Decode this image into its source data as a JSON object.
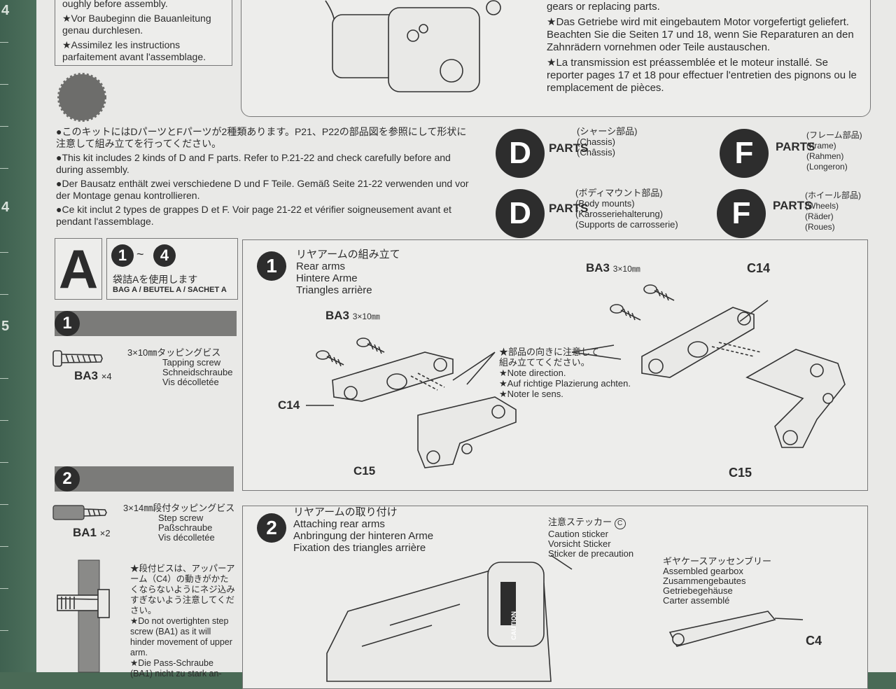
{
  "intro": {
    "line1": "oughly before assembly.",
    "de": "★Vor Baubeginn die Bauanleitung genau durchlesen.",
    "fr": "★Assimilez les instructions parfaitement avant l'assemblage."
  },
  "gearbox_note": {
    "en_top": "gears or replacing parts.",
    "de": "★Das Getriebe wird mit eingebautem Motor vorgefertigt geliefert. Beachten Sie die Seiten 17 und 18, wenn Sie Reparaturen an den Zahnrädern vornehmen oder Teile austauschen.",
    "fr": "★La transmission est préassemblée et le moteur installé. Se reporter pages 17 et 18 pour effectuer l'entretien des pignons ou le remplacement de pièces."
  },
  "parts_note": {
    "jp": "●このキットにはDパーツとFパーツが2種類あります。P21、P22の部品図を参照にして形状に注意して組み立てを行ってください。",
    "en": "●This kit includes 2 kinds of D and F parts. Refer to P.21-22 and check carefully before and during assembly.",
    "de": "●Der Bausatz enthält zwei verschiedene D und F Teile. Gemäß Seite 21-22 verwenden und vor der Montage genau kontrollieren.",
    "fr": "●Ce kit inclut 2 types de grappes D et F. Voir page 21-22 et vérifier soigneusement avant et pendant l'assemblage."
  },
  "parts_legend": [
    {
      "letter": "D",
      "word": "PARTS",
      "jp": "(シャーシ部品)",
      "l1": "(Chassis)",
      "l2": "(Châssis)",
      "l3": ""
    },
    {
      "letter": "F",
      "word": "PARTS",
      "jp": "(フレーム部品)",
      "l1": "(Frame)",
      "l2": "(Rahmen)",
      "l3": "(Longeron)"
    },
    {
      "letter": "D",
      "word": "PARTS",
      "jp": "(ボディマウント部品)",
      "l1": "(Body mounts)",
      "l2": "(Karosseriehalterung)",
      "l3": "(Supports de carrosserie)"
    },
    {
      "letter": "F",
      "word": "PARTS",
      "jp": "(ホイール部品)",
      "l1": "(Wheels)",
      "l2": "(Räder)",
      "l3": "(Roues)"
    }
  ],
  "bag": {
    "letter": "A",
    "step_from": "1",
    "tilde": "~",
    "step_to": "4",
    "jp": "袋詰Aを使用します",
    "en": "BAG A / BEUTEL A / SACHET A"
  },
  "screws": [
    {
      "num": "1",
      "jp": "3×10㎜タッピングビス",
      "en": "Tapping screw",
      "de": "Schneidschraube",
      "fr": "Vis décolletée",
      "code": "BA3",
      "qty": "×4"
    },
    {
      "num": "2",
      "jp": "3×14㎜段付タッピングビス",
      "en": "Step screw",
      "de": "Paßschraube",
      "fr": "Vis décolletée",
      "code": "BA1",
      "qty": "×2"
    }
  ],
  "warning": {
    "jp": "★段付ビスは、アッパーアーム（C4）の動きがかたくならないようにネジ込みすぎないよう注意してください。",
    "en": "★Do not overtighten step screw (BA1) as it will hinder movement of upper arm.",
    "de": "★Die Pass-Schraube (BA1) nicht zu stark an-"
  },
  "step1": {
    "num": "1",
    "jp": "リヤアームの組み立て",
    "en": "Rear arms",
    "de": "Hintere Arme",
    "fr": "Triangles arrière",
    "screw_label": "BA3",
    "screw_size": "3×10㎜",
    "c14": "C14",
    "c15": "C15",
    "note_jp1": "★部品の向きに注意して",
    "note_jp2": "組み立ててください。",
    "note_en": "★Note direction.",
    "note_de": "★Auf richtige Plazierung achten.",
    "note_fr": "★Noter le sens."
  },
  "step2": {
    "num": "2",
    "jp": "リヤアームの取り付け",
    "en": "Attaching rear arms",
    "de": "Anbringung der hinteren Arme",
    "fr": "Fixation des triangles arrière",
    "sticker_jp": "注意ステッカー",
    "sticker_c": "C",
    "sticker_en": "Caution sticker",
    "sticker_de": "Vorsicht Sticker",
    "sticker_fr": "Sticker de precaution",
    "gear_jp": "ギヤケースアッセンブリー",
    "gear_en": "Assembled gearbox",
    "gear_de": "Zusammengebautes",
    "gear_de2": "Getriebegehäuse",
    "gear_fr": "Carter assemblé",
    "c4": "C4",
    "caution_text": "CAUTION"
  },
  "mat": {
    "n4a": "4",
    "n4b": "4",
    "n5": "5"
  }
}
